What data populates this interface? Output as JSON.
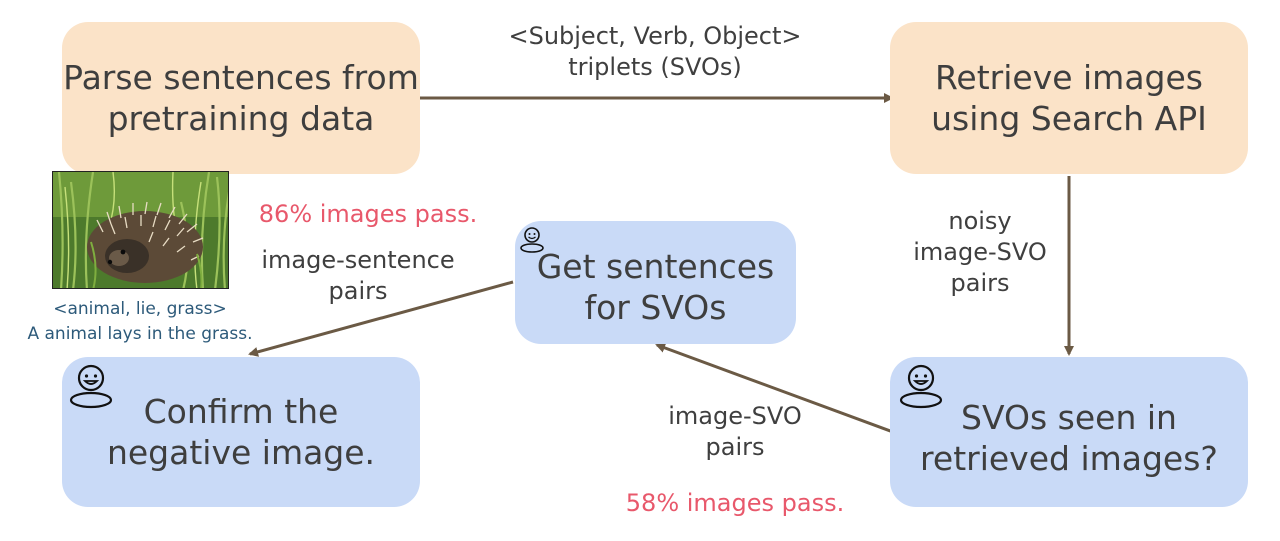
{
  "boxes": {
    "parse": "Parse sentences from\npretraining data",
    "retrieve": "Retrieve images\nusing Search API",
    "get_sentences": "Get sentences\nfor SVOs",
    "confirm": "Confirm the\nnegative image.",
    "svos_seen": "SVOs seen in\nretrieved images?"
  },
  "labels": {
    "svo_triplets": "<Subject, Verb, Object>\ntriplets (SVOs)",
    "noisy_pairs": "noisy\nimage-SVO\npairs",
    "image_svo_pairs": "image-SVO\npairs",
    "image_sentence_pairs": "image-sentence\npairs",
    "pass_86": "86% images pass.",
    "pass_58": "58% images pass."
  },
  "example": {
    "image": "hedgehog-photo",
    "svo": "<animal, lie, grass>",
    "sentence": "A animal lays in the grass."
  },
  "icons": {
    "human_annotator": "person-icon"
  },
  "colors": {
    "orange_box": "#fbe3c8",
    "blue_box": "#c9daf7",
    "arrow": "#6b5a45",
    "highlight": "#e8586b",
    "caption": "#2d5a7a"
  }
}
